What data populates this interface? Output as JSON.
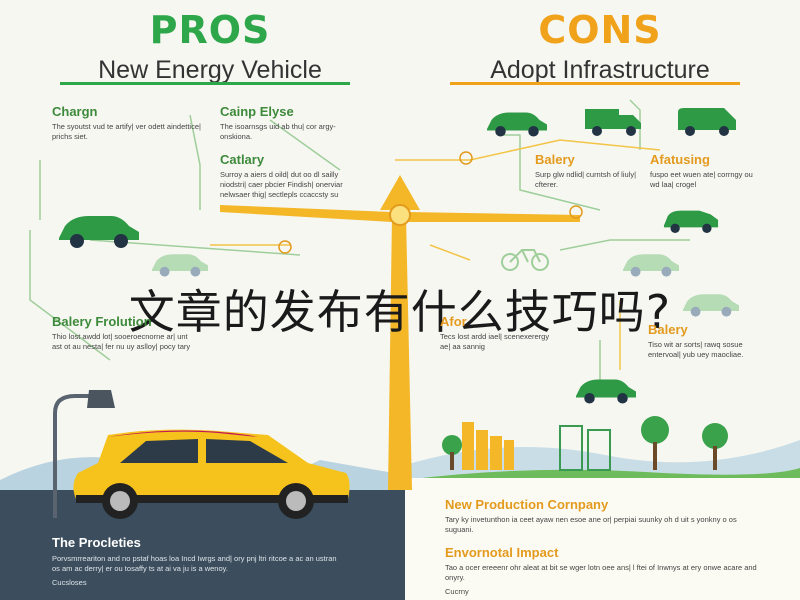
{
  "pros": {
    "title": "PROS",
    "subtitle": "New Energy Vehicle"
  },
  "cons": {
    "title": "CONS",
    "subtitle": "Adopt Infrastructure"
  },
  "left_blocks": [
    {
      "heading": "Chargn",
      "text": "The syoutst vud te artify| ver odett aindettice| prichs siet."
    },
    {
      "heading": "Cainp Elyse",
      "text": "The isoarnsgs uid ab thu| cor argy-onskiona."
    },
    {
      "heading": "Catlary",
      "text": "Surroy a aiers d oild| dut oo dl sailly niodstri| caer pbcier Findish| onerviar nelwsaer thig| sectlepls ccaccsty su"
    },
    {
      "heading": "Balery Frolution",
      "text": "Thio lost awdd lot| sooeroecnorne ar| unt ast ot au nesta| fer nu uy aslloy| pocy tary"
    }
  ],
  "right_blocks": [
    {
      "heading": "Balery",
      "text": "Surp glw ndlid| curntsh of liuly| cfterer."
    },
    {
      "heading": "Afatusing",
      "text": "fuspo eet wuen ate| corrngy ou wd laa| crogel"
    },
    {
      "heading": "Balery",
      "text": "Tiso wit ar sorts| rawq sosue entervoal| yub uey maocliae."
    },
    {
      "heading": "Afor",
      "text": "Tecs lost ardd iael| scenexerergy ae| aa sannig"
    }
  ],
  "overlay_text": "文章的发布有什么技巧吗?",
  "bottom_left": {
    "heading": "The Procleties",
    "text": "Porvsmrreariton and no pstaf hoas loa Incd Iwrgs and| ory pnj ltri ritcoe a ac an ustran os am ac derry| er ou tosaffy ts at ai va ju is a wenoy.",
    "footer": "Cucsloses"
  },
  "bottom_right_1": {
    "heading": "New Production Cornpany",
    "text": "Tary ky invetunthon ia ceet ayaw nen esoe ane or| perpiai suunky oh d uit s yonkny o os suguani."
  },
  "bottom_right_2": {
    "heading": "Envornotal Impact",
    "text": "Tao a ocer ereeenr ohr aleat at bit se wger lotn oee ans| l ftei of Inwnys at ery onwe acare and onyry.",
    "footer": "Cucrny"
  },
  "colors": {
    "green": "#2ea64a",
    "orange": "#f0a21a",
    "dark_band": "#3c4e5e",
    "yellow_car": "#f5c31c"
  }
}
